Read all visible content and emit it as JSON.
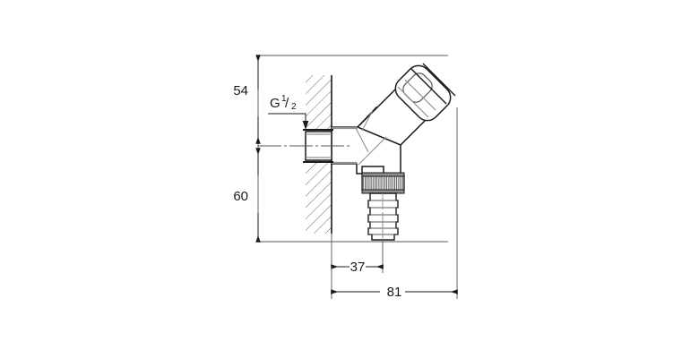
{
  "drawing": {
    "title": "Wall-mounted angled hose bib / washing machine valve technical drawing",
    "view": "side elevation section",
    "background_color": "#ffffff",
    "line_color": "#1a1a1a",
    "dim_line_color": "#55585a",
    "hatch_color": "#55585a",
    "shading_color": "#8d9092"
  },
  "dimensions": {
    "height_above_center": {
      "label": "54",
      "unit_implied": "mm",
      "orientation": "vertical",
      "description": "distance from top of fitting down to the inlet centerline"
    },
    "height_below_center": {
      "label": "60",
      "unit_implied": "mm",
      "orientation": "vertical",
      "description": "distance from inlet centerline down to bottom of hose barb"
    },
    "depth_to_knurl": {
      "label": "37",
      "unit_implied": "mm",
      "orientation": "horizontal",
      "description": "distance from wall face to hose outlet centerline"
    },
    "overall_depth": {
      "label": "81",
      "unit_implied": "mm",
      "orientation": "horizontal",
      "description": "overall projection from wall face"
    }
  },
  "annotations": {
    "thread_spec": {
      "prefix": "G",
      "numerator": "1",
      "slash": "/",
      "denominator": "2",
      "full_label": "G 1/2",
      "description": "BSP parallel male thread size callout on inlet nipple, with leader arrow"
    }
  },
  "parts": [
    {
      "name": "wall-section",
      "description": "hatched masonry wall in section"
    },
    {
      "name": "inlet-nipple",
      "description": "threaded G 1/2 inlet nipple projecting left of wall"
    },
    {
      "name": "valve-body",
      "description": "main angled valve body"
    },
    {
      "name": "handle-head",
      "description": "angled operating handle / head at 45 degrees upper right"
    },
    {
      "name": "knurled-collar",
      "description": "knurled retaining nut above hose outlet"
    },
    {
      "name": "hose-barb",
      "description": "stepped hose tail connector at bottom"
    },
    {
      "name": "centerline",
      "description": "dash-dot horizontal centerline through inlet"
    }
  ]
}
